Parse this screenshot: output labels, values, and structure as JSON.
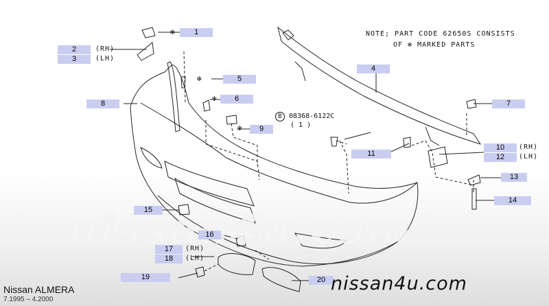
{
  "note": {
    "line1": "NOTE; PART CODE 62650S CONSISTS",
    "line2": "OF ✻ MARKED PARTS"
  },
  "bolt_ref": {
    "circle": "B",
    "code": "08368-6122C",
    "qty": "( 1 )"
  },
  "callouts": [
    "1",
    "2",
    "3",
    "4",
    "5",
    "6",
    "7",
    "8",
    "9",
    "10",
    "11",
    "12",
    "13",
    "14",
    "15",
    "16",
    "17",
    "18",
    "19",
    "20"
  ],
  "side_labels": {
    "rh": "(RH)",
    "lh": "(LH)"
  },
  "star_glyph": "✻",
  "watermark": "nissan4u.com",
  "footer": {
    "brand": "Nissan ALMERA",
    "years": "7.1995 – 4.2000",
    "site": "nissan4u.com"
  },
  "colors": {
    "callout_bg": "#c9cdf0",
    "line": "#222222"
  }
}
